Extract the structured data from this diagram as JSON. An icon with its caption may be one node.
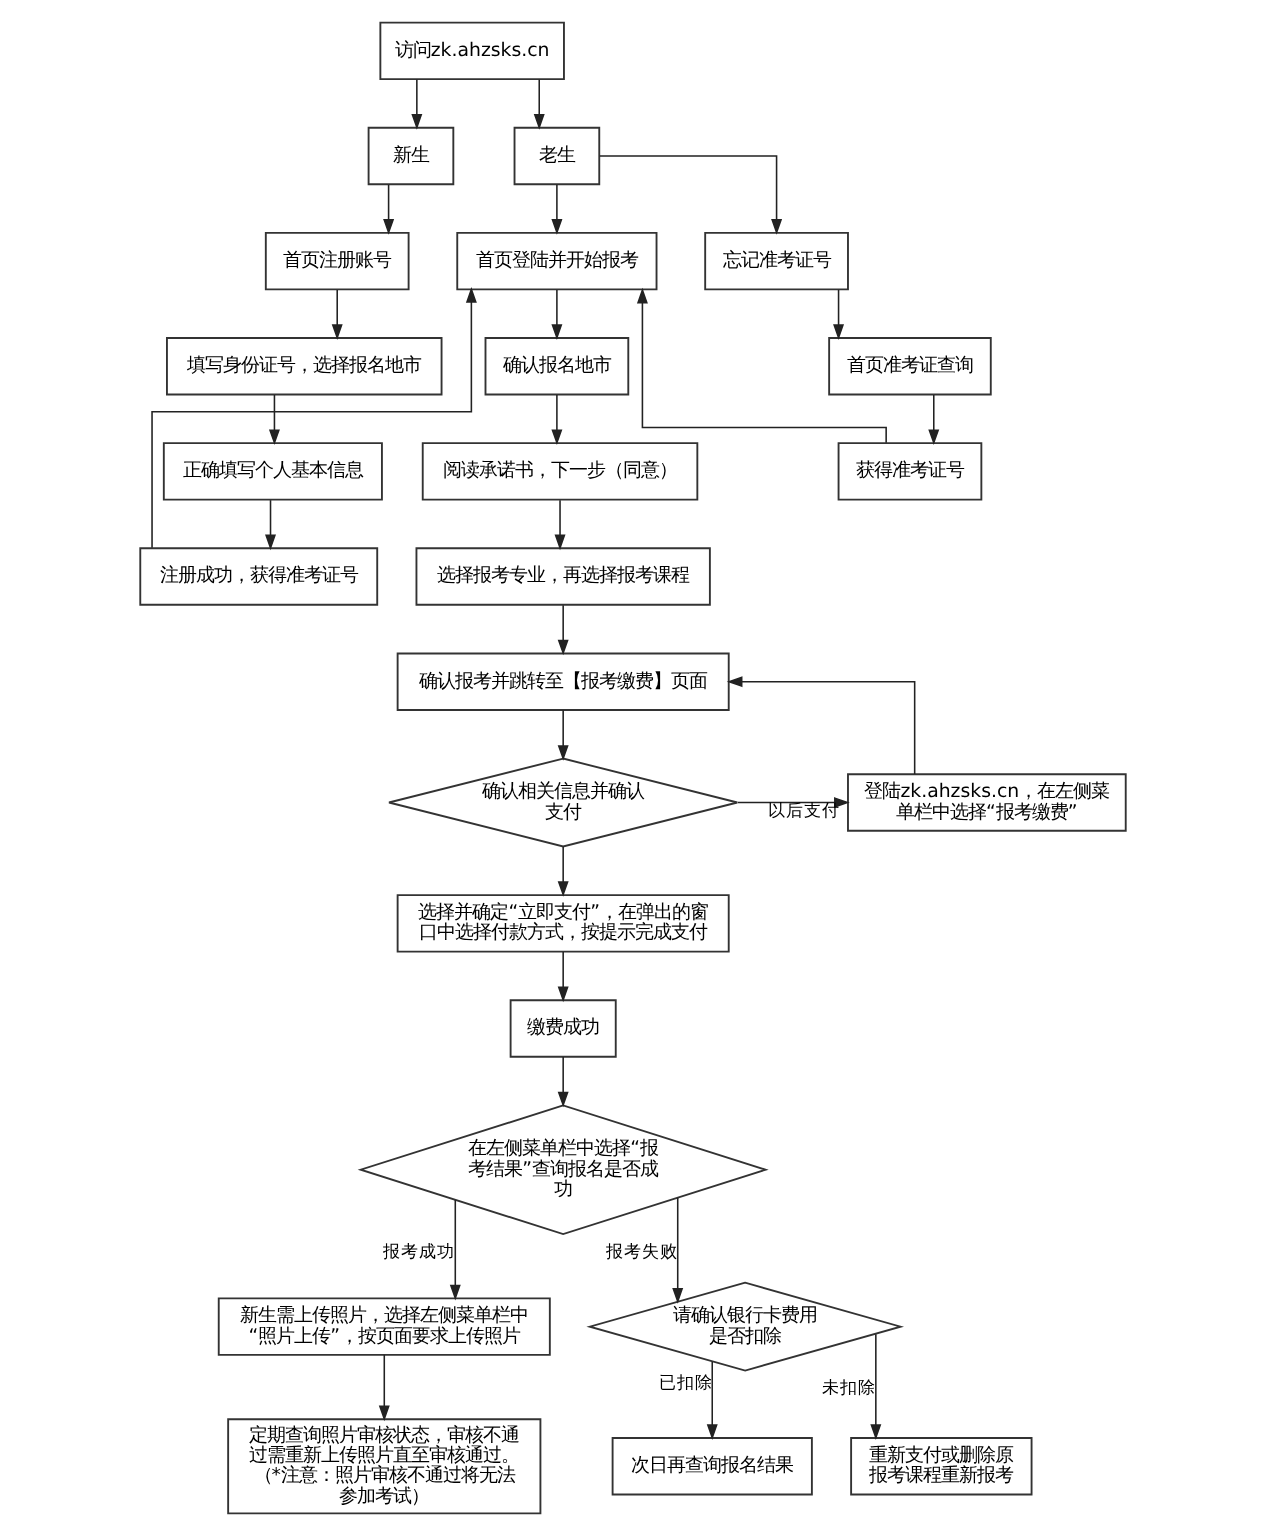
{
  "diagram": {
    "nodes": [
      {
        "text": [
          "访问zk.ahzsks.cn"
        ]
      },
      {
        "text": [
          "新生"
        ]
      },
      {
        "text": [
          "老生"
        ]
      },
      {
        "text": [
          "首页注册账号"
        ]
      },
      {
        "text": [
          "首页登陆并开始报考"
        ]
      },
      {
        "text": [
          "忘记准考证号"
        ]
      },
      {
        "text": [
          "填写身份证号，选择报名地市"
        ]
      },
      {
        "text": [
          "确认报名地市"
        ]
      },
      {
        "text": [
          "首页准考证查询"
        ]
      },
      {
        "text": [
          "正确填写个人基本信息"
        ]
      },
      {
        "text": [
          "阅读承诺书，下一步（同意）"
        ]
      },
      {
        "text": [
          "获得准考证号"
        ]
      },
      {
        "text": [
          "注册成功，获得准考证号"
        ]
      },
      {
        "text": [
          "选择报考专业，再选择报考课程"
        ]
      },
      {
        "text": [
          "确认报考并跳转至【报考缴费】页面"
        ]
      },
      {
        "text": [
          "登陆zk.ahzsks.cn，在左侧菜单栏中选择“报考缴费”"
        ]
      },
      {
        "text": [
          "确认相关信息并确认支付"
        ]
      },
      {
        "text": [
          "选择并确定“立即支付”，在弹出的窗口中选择付款方式，按提示完成支付"
        ]
      },
      {
        "text": [
          "缴费成功"
        ]
      },
      {
        "text": [
          "在左侧菜单栏中选择“报考结果”查询报名是否成功"
        ]
      },
      {
        "text": [
          "新生需上传照片，选择左侧菜单栏中“照片上传”，按页面要求上传照片"
        ]
      },
      {
        "text": [
          "请确认银行卡费用是否扣除"
        ]
      },
      {
        "text": [
          "定期查询照片审核状态，审核不通过需重新上传照片直至审核通过。（*注意：照片审核不通过将无法参加考试）"
        ]
      },
      {
        "text": [
          "次日再查询报名结果"
        ]
      },
      {
        "text": [
          "重新支付或删除原报考课程重新报考"
        ]
      }
    ],
    "edges": [
      {
        "from": 0,
        "to": 1,
        "arrow": "to"
      },
      {
        "from": 0,
        "to": 2,
        "arrow": "to"
      },
      {
        "from": 1,
        "to": 3,
        "arrow": "to"
      },
      {
        "from": 2,
        "to": 4,
        "arrow": "to"
      },
      {
        "from": 2,
        "to": 5,
        "arrow": "to"
      },
      {
        "from": 3,
        "to": 6,
        "arrow": "to"
      },
      {
        "from": 6,
        "to": 9,
        "arrow": "to"
      },
      {
        "from": 9,
        "to": 12,
        "arrow": "to"
      },
      {
        "from": 12,
        "to": 4,
        "arrow": "to"
      },
      {
        "from": 4,
        "to": 7,
        "arrow": "to"
      },
      {
        "from": 7,
        "to": 10,
        "arrow": "to"
      },
      {
        "from": 10,
        "to": 13,
        "arrow": "to"
      },
      {
        "from": 13,
        "to": 14,
        "arrow": "to"
      },
      {
        "from": 5,
        "to": 8,
        "arrow": "to"
      },
      {
        "from": 8,
        "to": 11,
        "arrow": "to"
      },
      {
        "from": 11,
        "to": 4,
        "arrow": "to"
      },
      {
        "from": 14,
        "to": 16,
        "arrow": "to"
      },
      {
        "from": 16,
        "to": 15,
        "arrow": "to",
        "label": "以后支付"
      },
      {
        "from": 15,
        "to": 14,
        "arrow": "to"
      },
      {
        "from": 16,
        "to": 17,
        "arrow": "to"
      },
      {
        "from": 17,
        "to": 18,
        "arrow": "to"
      },
      {
        "from": 18,
        "to": 19,
        "arrow": "to"
      },
      {
        "from": 19,
        "to": 20,
        "arrow": "to",
        "label": "报考成功"
      },
      {
        "from": 19,
        "to": 21,
        "arrow": "to",
        "label": "报考失败"
      },
      {
        "from": 20,
        "to": 22,
        "arrow": "to"
      },
      {
        "from": 21,
        "to": 23,
        "arrow": "to",
        "label": "已扣除"
      },
      {
        "from": 21,
        "to": 24,
        "arrow": "to",
        "label": "未扣除"
      }
    ]
  }
}
